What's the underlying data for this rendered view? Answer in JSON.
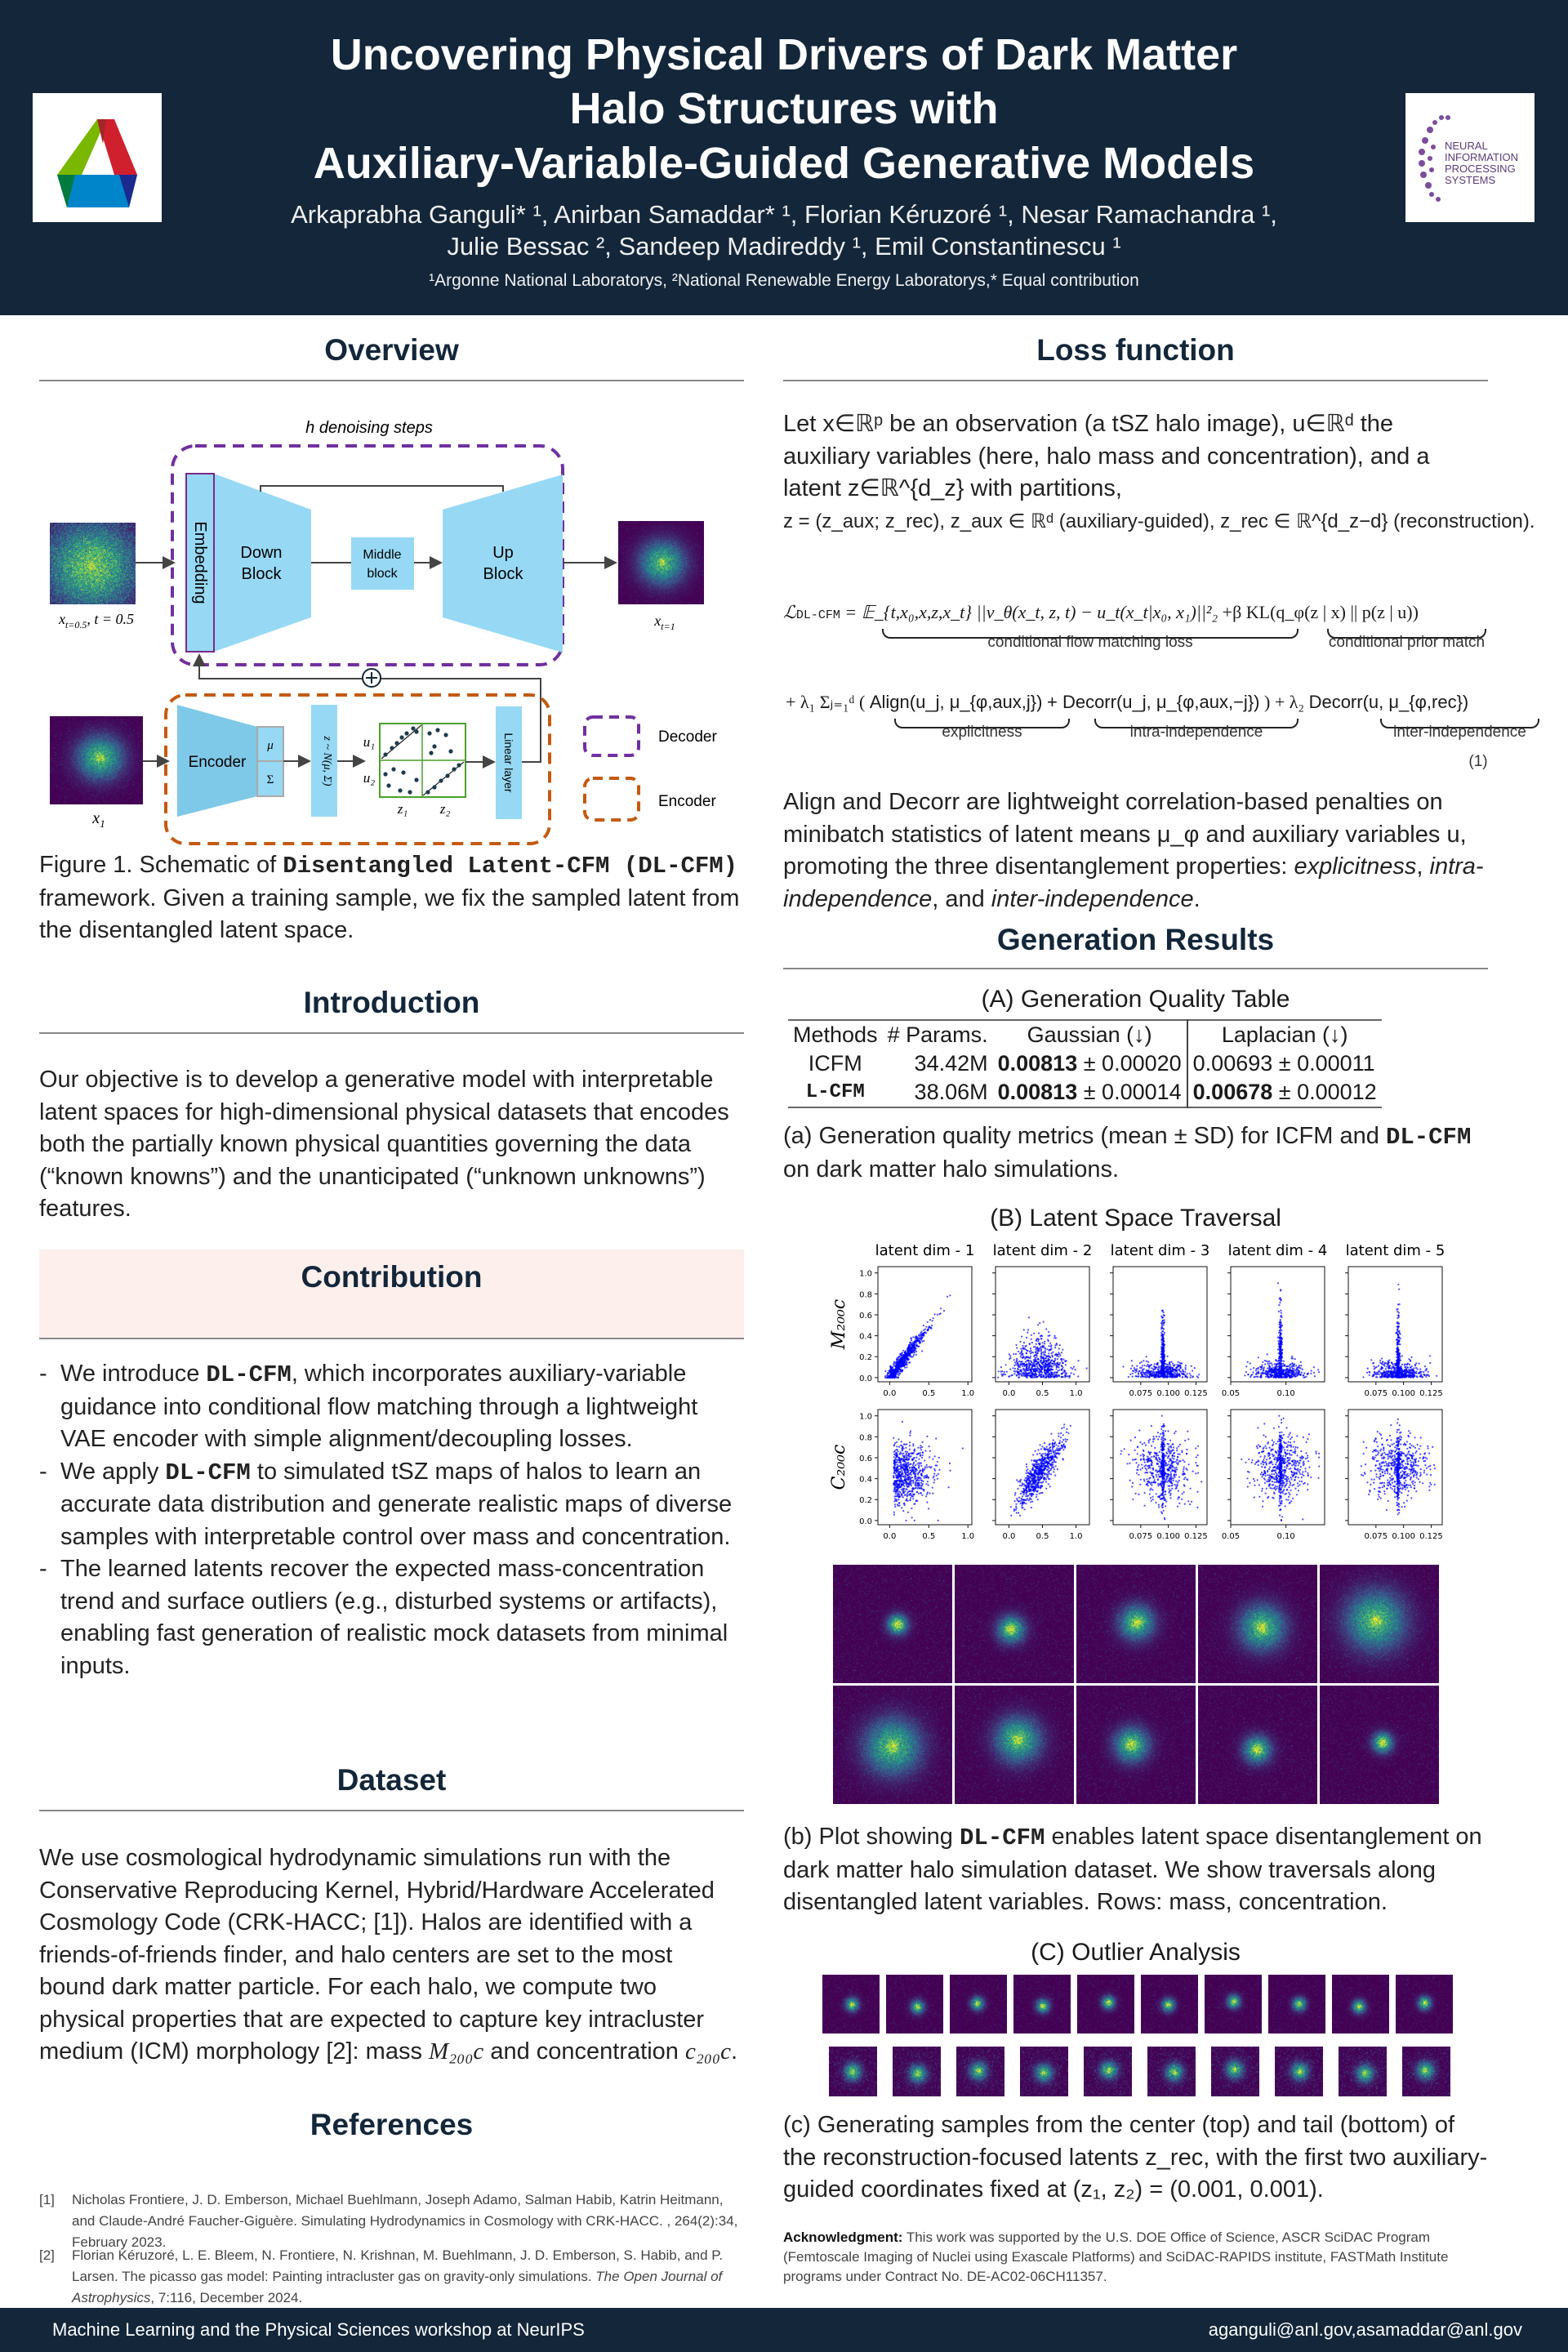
{
  "header": {
    "title_lines": [
      "Uncovering Physical Drivers of Dark Matter",
      "Halo Structures with",
      "Auxiliary-Variable-Guided Generative Models"
    ],
    "authors_line1": "Arkaprabha Ganguli* ¹, Anirban Samaddar* ¹, Florian Kéruzoré ¹, Nesar Ramachandra ¹,",
    "authors_line2": "Julie Bessac ², Sandeep Madireddy ¹, Emil Constantinescu ¹",
    "affiliations": "¹Argonne National Laboratorys, ²National Renewable Energy Laboratorys,* Equal contribution",
    "right_logo_text": "NEURAL INFORMATION PROCESSING SYSTEMS"
  },
  "overview": {
    "heading": "Overview",
    "diagram": {
      "steps_label": "h denoising steps",
      "embedding": "Embedding",
      "down_block": [
        "Down",
        "Block"
      ],
      "middle_block": [
        "Middle",
        "block"
      ],
      "up_block": [
        "Up",
        "Block"
      ],
      "input_label": "x",
      "input_sub": "t=0.5",
      "input_t": ", t = 0.5",
      "output_label": "x",
      "output_sub": "t=1",
      "x1_label": "x",
      "x1_sub": "1",
      "encoder": "Encoder",
      "mu": "μ",
      "sigma": "Σ",
      "sampling": "z ~ N(μ, Σ)",
      "u1": "u₁",
      "u2": "u₂",
      "z1": "z₁",
      "z2": "z₂",
      "linear_layer": "Linear layer",
      "legend_decoder": "Decoder",
      "legend_encoder": "Encoder",
      "colors": {
        "decoder": "#7030a0",
        "encoder": "#c55a11",
        "block": "#97d9f5",
        "grid": "#4aa02c"
      }
    },
    "caption_pre": "Figure 1. Schematic of ",
    "caption_code": "Disentangled Latent-CFM (DL-CFM)",
    "caption_post": " framework. Given a training sample, we fix the sampled latent from the disentangled latent space."
  },
  "introduction": {
    "heading": "Introduction",
    "text": "Our objective is to develop a generative model with interpretable latent spaces for high-dimensional physical datasets that encodes both the partially known physical quantities governing the data (“known knowns”) and the unanticipated (“unknown unknowns”) features."
  },
  "contribution": {
    "heading": "Contribution",
    "bullets": [
      {
        "pre": "We introduce ",
        "code": "DL-CFM",
        "post": ", which incorporates auxiliary-variable guidance into conditional flow matching through a lightweight VAE encoder with simple alignment/decoupling losses."
      },
      {
        "pre": "We apply ",
        "code": "DL-CFM",
        "post": " to simulated tSZ maps of halos to learn an accurate data distribution and generate realistic maps of diverse samples with interpretable control over mass and concentration."
      },
      {
        "pre": "The learned latents recover the expected mass-concentration trend and surface outliers (e.g., disturbed systems or artifacts), enabling fast generation of realistic mock datasets from minimal inputs.",
        "code": "",
        "post": ""
      }
    ]
  },
  "dataset": {
    "heading": "Dataset",
    "text": "We use cosmological hydrodynamic simulations run with the Conservative Reproducing Kernel, Hybrid/Hardware Accelerated Cosmology Code (CRK-HACC; [1]). Halos are identified with a friends-of-friends finder, and halo centers are set to the most bound dark matter particle. For each halo, we compute two physical properties that are expected to capture key intracluster medium (ICM) morphology [2]: mass ",
    "mass_sym": "M₂₀₀c",
    "mid": " and concentration ",
    "conc_sym": "c₂₀₀c",
    "end": "."
  },
  "references": {
    "heading": "References",
    "items": [
      {
        "num": "[1]",
        "text": "Nicholas Frontiere, J. D. Emberson, Michael Buehlmann, Joseph Adamo, Salman Habib, Katrin Heitmann, and Claude-André Faucher-Giguère. Simulating Hydrodynamics in Cosmology with CRK-HACC. , 264(2):34, February 2023.",
        "journal": ""
      },
      {
        "num": "[2]",
        "text": "Florian Kéruzoré, L. E. Bleem, N. Frontiere, N. Krishnan, M. Buehlmann, J. D. Emberson, S. Habib, and P. Larsen. The picasso gas model: Painting intracluster gas on gravity-only simulations. ",
        "journal": "The Open Journal of Astrophysics",
        "tail": ", 7:116, December 2024."
      }
    ]
  },
  "loss": {
    "heading": "Loss function",
    "intro_l1": "Let x∈ℝᵖ be an observation (a tSZ halo image), u∈ℝᵈ the",
    "intro_l2": "auxiliary variables (here, halo mass and concentration), and a",
    "intro_l3": "latent z∈ℝ^{d_z} with partitions,",
    "partition": "z = (z_aux; z_rec), z_aux ∈ ℝᵈ (auxiliary-guided), z_rec ∈ ℝ^{d_z−d} (reconstruction).",
    "eq_lhs": "ℒ",
    "eq_lhs_sub": "DL-CFM",
    "eq_term1": "= 𝔼_{t,x₀,x,z,x_t} ||v_θ(x_t, z, t) − u_t(x_t|x₀, x₁)||²₂",
    "eq_term2": "+β KL(q_φ(z | x) || p(z | u))",
    "label_cfm": "conditional flow matching loss",
    "label_prior": "conditional prior match",
    "eq_line2_pre": "+ λ₁ Σⱼ₌₁ᵈ (",
    "eq_align": "Align(u_j, μ_{φ,aux,j})",
    "eq_decorr1": "+ Decorr(u_j, μ_{φ,aux,−j})",
    "eq_line2_mid": ") + λ₂",
    "eq_decorr2": "Decorr(u, μ_{φ,rec})",
    "label_explicit": "explicitness",
    "label_intra": "intra-independence",
    "label_inter": "inter-independence",
    "eq_number": "(1)",
    "explain": "Align and Decorr are lightweight correlation-based penalties on minibatch statistics of latent means μ_φ and auxiliary variables u, promoting the three disentanglement properties: ",
    "explain_it1": "explicitness",
    "explain_sep1": ", ",
    "explain_it2": "intra-independence",
    "explain_sep2": ", and ",
    "explain_it3": "inter-independence",
    "explain_end": "."
  },
  "results": {
    "heading": "Generation Results",
    "table_title": "(A) Generation Quality Table",
    "table_headers": [
      "Methods",
      "# Params.",
      "Gaussian (↓)",
      "Laplacian (↓)"
    ],
    "table_rows": [
      {
        "method": "ICFM",
        "params": "34.42M",
        "g_mean": "0.00813",
        "g_sd": "± 0.00020",
        "l_mean": "0.00693",
        "l_sd": "± 0.00011"
      },
      {
        "method": "L-CFM",
        "params": "38.06M",
        "g_mean": "0.00813",
        "g_sd": "± 0.00014",
        "l_mean": "0.00678",
        "l_sd": "± 0.00012"
      }
    ],
    "caption_a_pre": "(a) Generation quality metrics (mean ± SD) for ICFM and ",
    "caption_a_code": "DL-CFM",
    "caption_a_post": " on dark matter halo simulations.",
    "traversal_title": "(B) Latent Space Traversal",
    "col_titles": [
      "latent dim - 1",
      "latent dim - 2",
      "latent dim - 3",
      "latent dim - 4",
      "latent dim - 5"
    ],
    "row_labels": [
      "M₂₀₀c",
      "C₂₀₀c"
    ],
    "y_ticks": [
      "0.0",
      "0.2",
      "0.4",
      "0.6",
      "0.8",
      "1.0"
    ],
    "x_ticks": [
      [
        "0.0",
        "0.5",
        "1.0"
      ],
      [
        "0.0",
        "0.5",
        "1.0"
      ],
      [
        "0.075",
        "0.100",
        "0.125"
      ],
      [
        "0.05",
        "0.10"
      ],
      [
        "0.075",
        "0.100",
        "0.125"
      ]
    ],
    "point_color": "#0000ff",
    "caption_b_pre": "(b) Plot showing ",
    "caption_b_code": "DL-CFM",
    "caption_b_post": " enables latent space disentanglement on dark matter halo simulation dataset. We show traversals along disentangled latent variables. Rows: mass, concentration.",
    "outlier_title": "(C) Outlier Analysis",
    "caption_c": "(c) Generating samples from the center (top) and tail (bottom) of the reconstruction-focused latents z_rec, with the first two auxiliary-guided coordinates fixed at (z₁, z₂) = (0.001, 0.001).",
    "ack_label": "Acknowledgment:",
    "ack_text": " This work was supported by the U.S. DOE Office of Science, ASCR SciDAC Program (Femtoscale Imaging of Nuclei using Exascale Platforms) and SciDAC-RAPIDS institute, FASTMath Institute programs under Contract No. DE-AC02-06CH11357."
  },
  "footer": {
    "left": "Machine Learning and the Physical Sciences workshop at NeurIPS",
    "right": "aganguli@anl.gov,asamaddar@anl.gov"
  },
  "colors": {
    "navy": "#13263a",
    "contrib_bg": "#fdf0ec"
  }
}
